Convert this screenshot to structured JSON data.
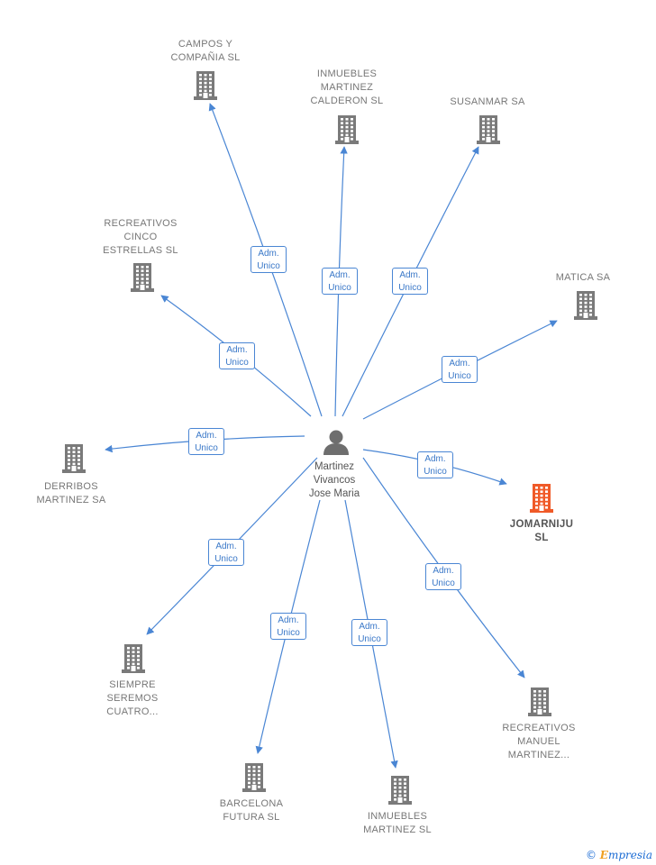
{
  "center": {
    "label_lines": [
      "Martinez",
      "Vivancos",
      "Jose Maria"
    ]
  },
  "edge_label_lines": [
    "Adm.",
    "Unico"
  ],
  "colors": {
    "edge": "#4a86d4",
    "building": "#7a7a7a",
    "highlight": "#f05a28",
    "person": "#6e6e6e"
  },
  "companies": [
    {
      "id": "campos",
      "label_lines": [
        "CAMPOS Y",
        "COMPAÑIA SL"
      ],
      "highlight": false
    },
    {
      "id": "inmuebles-calderon",
      "label_lines": [
        "INMUEBLES",
        "MARTINEZ",
        "CALDERON SL"
      ],
      "highlight": false
    },
    {
      "id": "susanmar",
      "label_lines": [
        "SUSANMAR SA"
      ],
      "highlight": false
    },
    {
      "id": "recreativos-cinco",
      "label_lines": [
        "RECREATIVOS",
        "CINCO",
        "ESTRELLAS SL"
      ],
      "highlight": false
    },
    {
      "id": "matica",
      "label_lines": [
        "MATICA SA"
      ],
      "highlight": false
    },
    {
      "id": "derribos",
      "label_lines": [
        "DERRIBOS",
        "MARTINEZ SA"
      ],
      "highlight": false
    },
    {
      "id": "jomarniju",
      "label_lines": [
        "JOMARNIJU",
        "SL"
      ],
      "highlight": true
    },
    {
      "id": "siempre",
      "label_lines": [
        "SIEMPRE",
        "SEREMOS",
        "CUATRO..."
      ],
      "highlight": false
    },
    {
      "id": "barcelona",
      "label_lines": [
        "BARCELONA",
        "FUTURA  SL"
      ],
      "highlight": false
    },
    {
      "id": "inmuebles-martinez",
      "label_lines": [
        "INMUEBLES",
        "MARTINEZ SL"
      ],
      "highlight": false
    },
    {
      "id": "recreativos-manuel",
      "label_lines": [
        "RECREATIVOS",
        "MANUEL",
        "MARTINEZ..."
      ],
      "highlight": false
    }
  ],
  "footer": {
    "copyright_symbol": "©",
    "brand_first_letter": "E",
    "brand_rest": "mpresia"
  }
}
